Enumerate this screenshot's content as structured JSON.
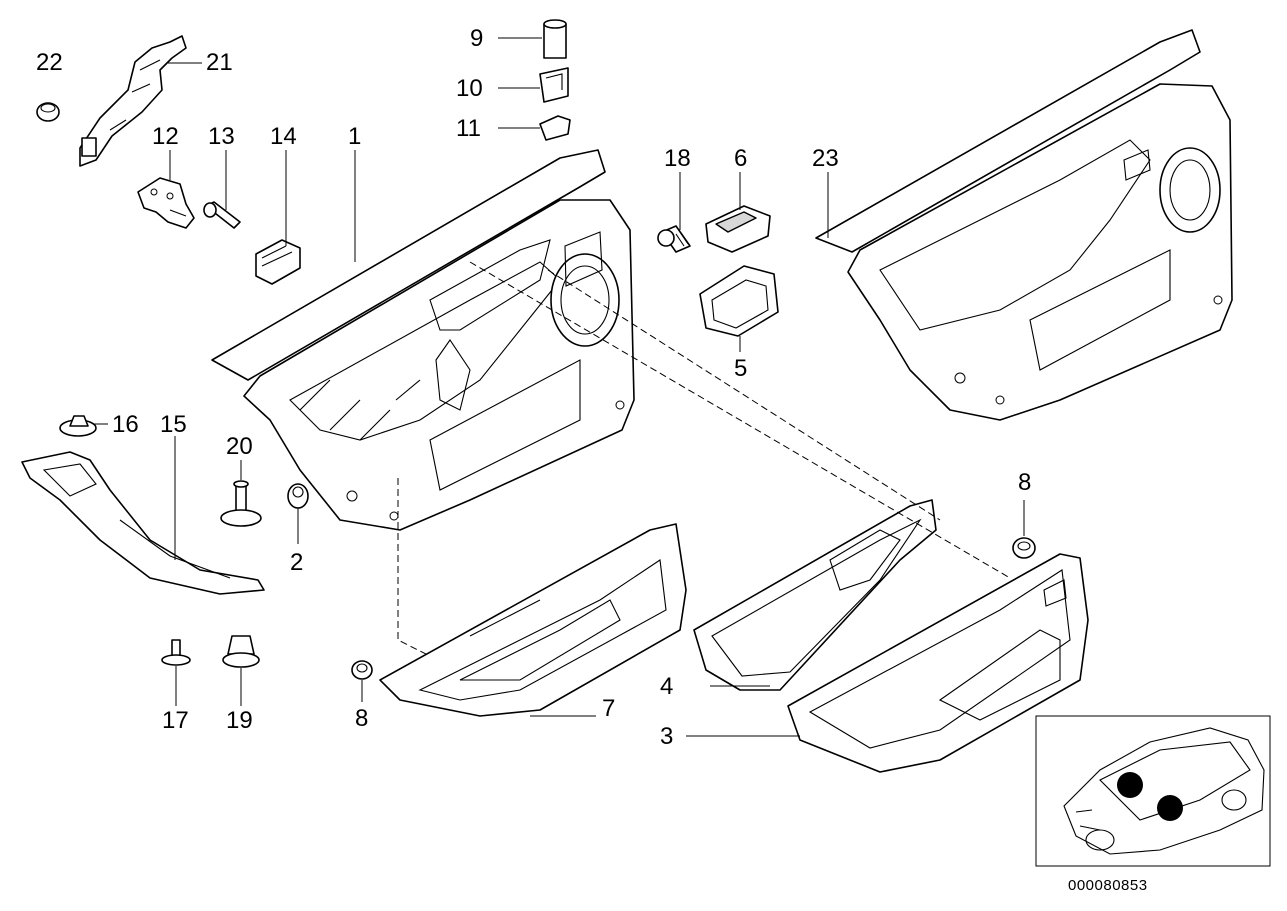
{
  "diagram": {
    "callouts": [
      {
        "id": "c22",
        "label": "22"
      },
      {
        "id": "c21",
        "label": "21"
      },
      {
        "id": "c12",
        "label": "12"
      },
      {
        "id": "c13",
        "label": "13"
      },
      {
        "id": "c14",
        "label": "14"
      },
      {
        "id": "c1",
        "label": "1"
      },
      {
        "id": "c9",
        "label": "9"
      },
      {
        "id": "c10",
        "label": "10"
      },
      {
        "id": "c11",
        "label": "11"
      },
      {
        "id": "c18",
        "label": "18"
      },
      {
        "id": "c6",
        "label": "6"
      },
      {
        "id": "c23",
        "label": "23"
      },
      {
        "id": "c5",
        "label": "5"
      },
      {
        "id": "c16",
        "label": "16"
      },
      {
        "id": "c15",
        "label": "15"
      },
      {
        "id": "c20",
        "label": "20"
      },
      {
        "id": "c2",
        "label": "2"
      },
      {
        "id": "c8a",
        "label": "8"
      },
      {
        "id": "c8b",
        "label": "8"
      },
      {
        "id": "c17",
        "label": "17"
      },
      {
        "id": "c19",
        "label": "19"
      },
      {
        "id": "c7",
        "label": "7"
      },
      {
        "id": "c4",
        "label": "4"
      },
      {
        "id": "c3",
        "label": "3"
      }
    ],
    "reference_code": "000080853"
  }
}
